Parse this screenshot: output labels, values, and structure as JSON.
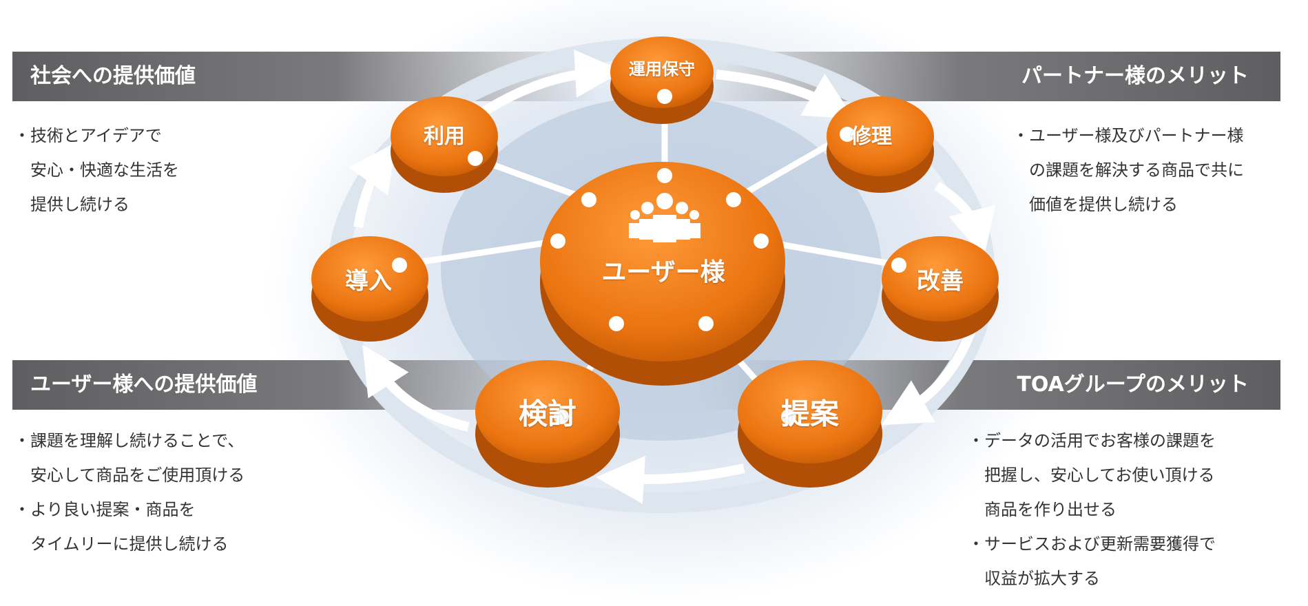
{
  "panels": {
    "society": {
      "title": "社会への提供価値",
      "lines": [
        "・技術とアイデアで",
        "　安心・快適な生活を",
        "　提供し続ける"
      ]
    },
    "partner": {
      "title": "パートナー様のメリット",
      "lines": [
        "・ユーザー様及びパートナー様",
        "　の課題を解決する商品で共に",
        "　価値を提供し続ける"
      ]
    },
    "user": {
      "title": "ユーザー様への提供価値",
      "lines": [
        "・課題を理解し続けることで、",
        "　安心して商品をご使用頂ける",
        "・より良い提案・商品を",
        "　タイムリーに提供し続ける"
      ]
    },
    "toa": {
      "title": "TOAグループのメリット",
      "lines": [
        "・データの活用でお客様の課題を",
        "　把握し、安心してお使い頂ける",
        "　商品を作り出せる",
        "・サービスおよび更新需要獲得で",
        "　収益が拡大する"
      ]
    }
  },
  "center": {
    "label": "ユーザー様",
    "icon": "users-group-icon"
  },
  "nodes": {
    "maintenance": "運用保守",
    "repair": "修理",
    "improve": "改善",
    "propose": "提案",
    "consider": "検討",
    "introduce": "導入",
    "use": "利用"
  },
  "colors": {
    "orange": "#e8730f",
    "bar": "#66666a"
  }
}
